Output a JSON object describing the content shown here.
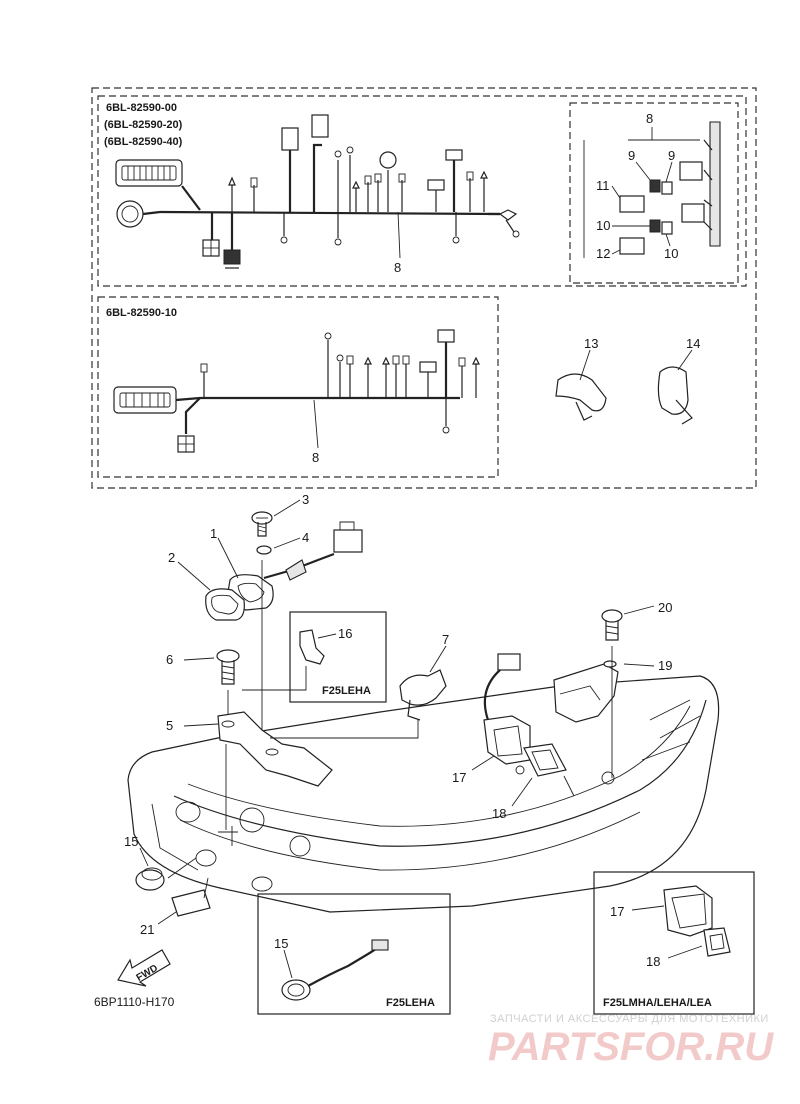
{
  "kits": {
    "main_codes": [
      "6BL-82590-00",
      "(6BL-82590-20)",
      "(6BL-82590-40)"
    ],
    "alt_code": "6BL-82590-10"
  },
  "callouts": [
    "1",
    "2",
    "3",
    "4",
    "5",
    "6",
    "7",
    "8",
    "9",
    "10",
    "11",
    "12",
    "13",
    "14",
    "15",
    "16",
    "17",
    "18",
    "19",
    "20",
    "21"
  ],
  "variants": {
    "f25leha": "F25LEHA",
    "f25lmha": "F25LMHA/LEHA/LEA"
  },
  "fwd_label": "FWD",
  "figure_code": "6BP1110-H170",
  "watermark": {
    "caption": "ЗАПЧАСТИ И АКСЕССУАРЫ ДЛЯ МОТОТЕХНИКИ",
    "brand": "PARTSFOR.RU"
  },
  "colors": {
    "line": "#222222",
    "watermark_text": "#d0d0d0",
    "watermark_brand": "#e8a0a0"
  }
}
